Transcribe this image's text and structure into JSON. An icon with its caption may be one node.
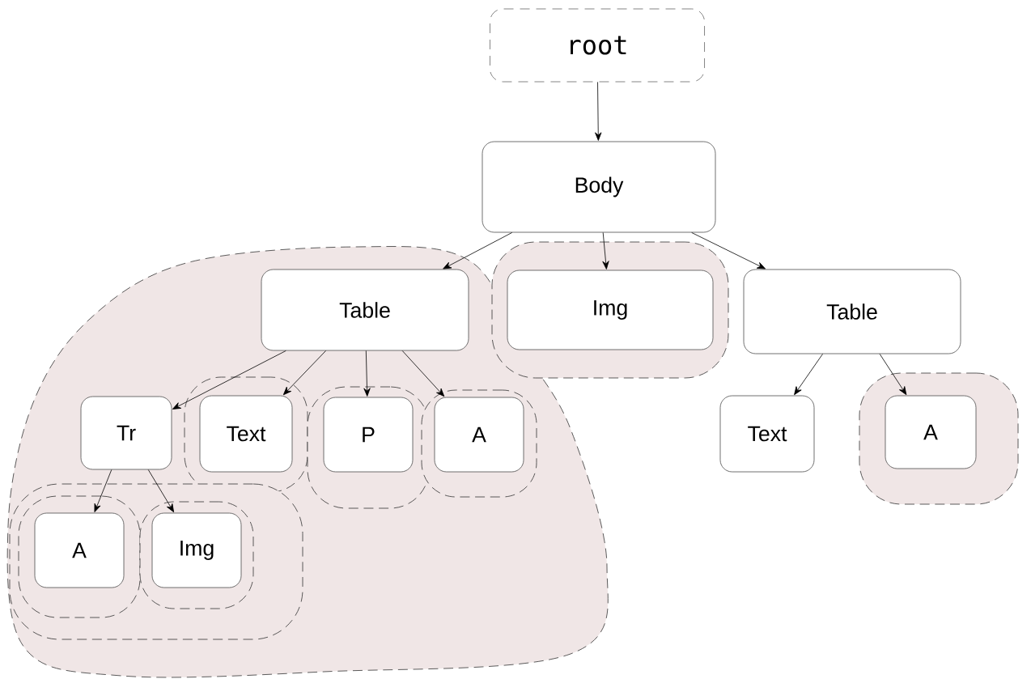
{
  "diagram": {
    "nodes": [
      {
        "text": [
          "root"
        ]
      },
      {
        "text": [
          "Body"
        ]
      },
      {
        "text": [],
        "shape": "cloud"
      },
      {
        "text": [
          "Table"
        ],
        "in": 2
      },
      {
        "text": [],
        "shape": "cloud"
      },
      {
        "text": [
          "Img"
        ],
        "in": 4
      },
      {
        "text": [
          "Table"
        ]
      },
      {
        "text": [
          "Tr"
        ],
        "in": 2
      },
      {
        "text": [],
        "shape": "cloud",
        "in": 2
      },
      {
        "text": [
          "Text"
        ],
        "in": 8
      },
      {
        "text": [],
        "shape": "cloud",
        "in": 2
      },
      {
        "text": [
          "P"
        ],
        "in": 10
      },
      {
        "text": [],
        "shape": "cloud",
        "in": 2
      },
      {
        "text": [
          "A"
        ],
        "in": 12
      },
      {
        "text": [
          "Text"
        ]
      },
      {
        "text": [],
        "shape": "cloud"
      },
      {
        "text": [
          "A"
        ],
        "in": 15
      },
      {
        "text": [],
        "shape": "cloud",
        "in": 2
      },
      {
        "text": [],
        "shape": "cloud",
        "in": 17
      },
      {
        "text": [
          "A"
        ],
        "in": 18
      },
      {
        "text": [],
        "shape": "cloud",
        "in": 17
      },
      {
        "text": [
          "Img"
        ],
        "in": 20
      }
    ],
    "edges": [
      {
        "from": 0,
        "to": 1,
        "arrow": "to"
      },
      {
        "from": 1,
        "to": 3,
        "arrow": "to"
      },
      {
        "from": 1,
        "to": 5,
        "arrow": "to"
      },
      {
        "from": 1,
        "to": 6,
        "arrow": "to"
      },
      {
        "from": 3,
        "to": 7,
        "arrow": "to"
      },
      {
        "from": 3,
        "to": 9,
        "arrow": "to"
      },
      {
        "from": 3,
        "to": 11,
        "arrow": "to"
      },
      {
        "from": 3,
        "to": 13,
        "arrow": "to"
      },
      {
        "from": 7,
        "to": 19,
        "arrow": "to"
      },
      {
        "from": 7,
        "to": 21,
        "arrow": "to"
      },
      {
        "from": 6,
        "to": 14,
        "arrow": "to"
      },
      {
        "from": 6,
        "to": 16,
        "arrow": "to"
      }
    ]
  }
}
